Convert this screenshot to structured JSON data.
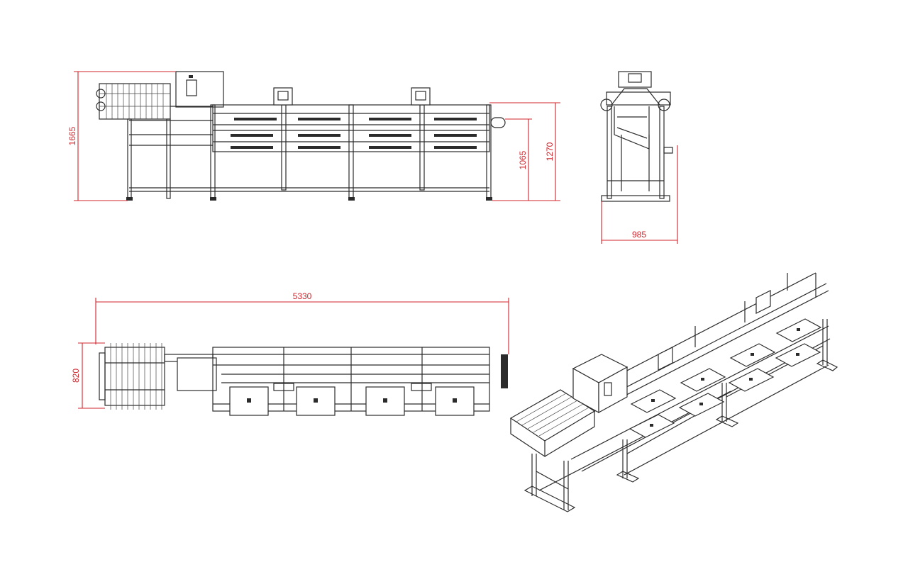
{
  "dimensions": {
    "front_height_total": "1665",
    "front_height_conveyor": "1065",
    "front_height_frame": "1270",
    "side_width": "985",
    "top_length": "5330",
    "top_width": "820"
  },
  "colors": {
    "dimension_lines": "#d0242b",
    "machine_lines": "#2b2b2b",
    "background": "#ffffff"
  }
}
